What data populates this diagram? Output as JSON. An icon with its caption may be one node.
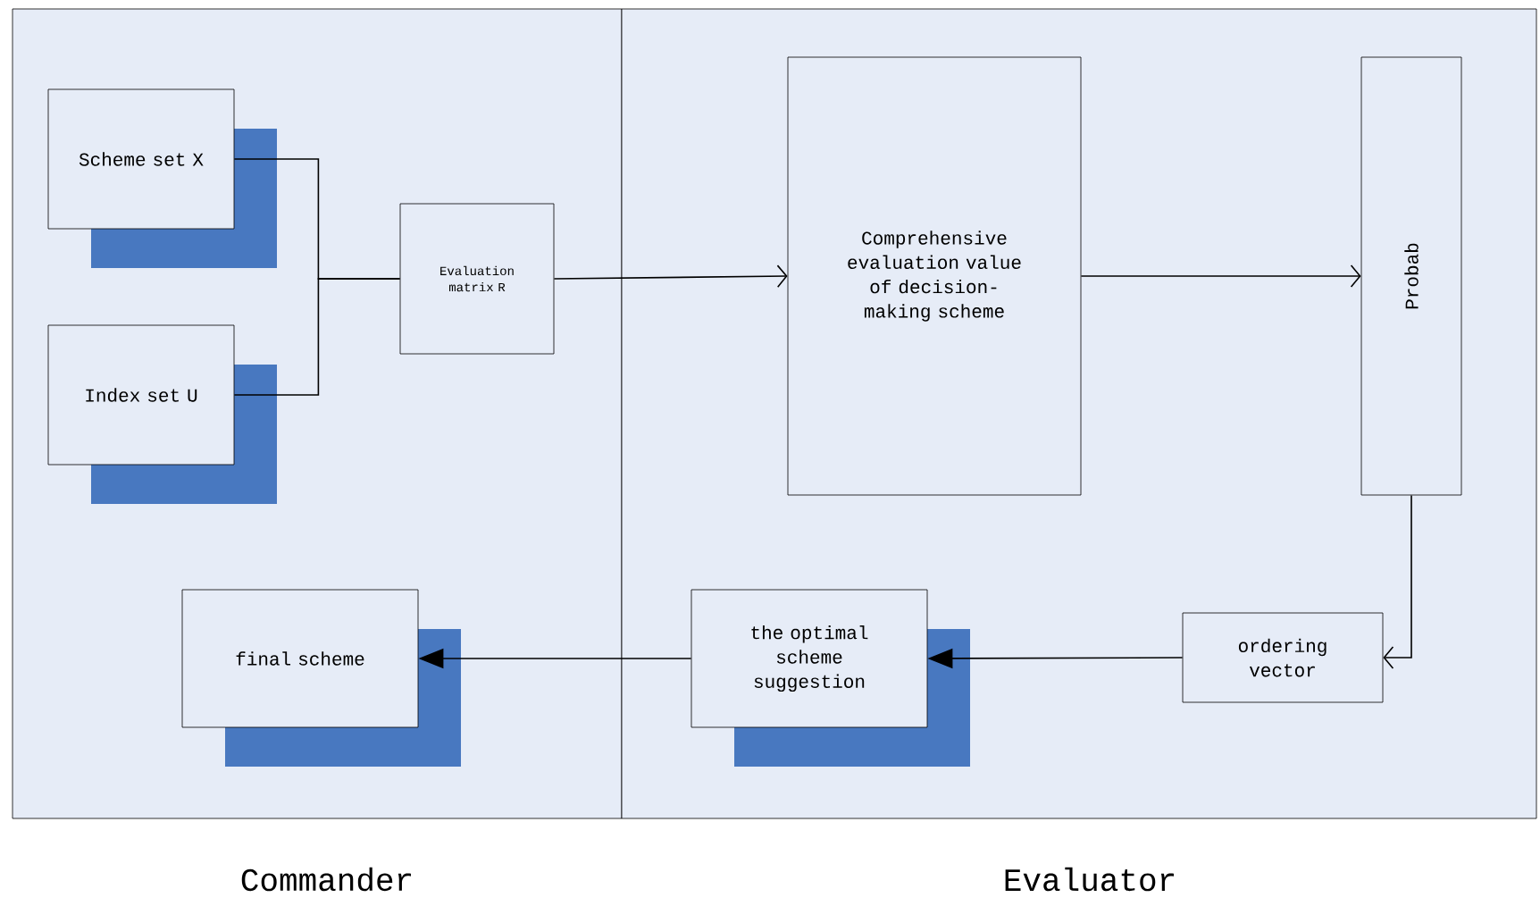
{
  "diagram": {
    "nodes": [
      {
        "text": [
          "Commander"
        ]
      },
      {
        "text": [
          "Evaluator"
        ]
      },
      {
        "text": [
          "Scheme set X"
        ],
        "in": 0
      },
      {
        "text": [
          "Index set U"
        ],
        "in": 0
      },
      {
        "text": [
          "Evaluation matrix R"
        ],
        "in": 0
      },
      {
        "text": [
          "Comprehensive evaluation value of decision-making scheme"
        ],
        "in": 1
      },
      {
        "text": [
          "Probab"
        ],
        "in": 1
      },
      {
        "text": [
          "ordering vector"
        ],
        "in": 1
      },
      {
        "text": [
          "the optimal scheme suggestion"
        ],
        "in": 1
      },
      {
        "text": [
          "final scheme"
        ],
        "in": 0
      }
    ],
    "edges": [
      {
        "from": 2,
        "to": 4,
        "arrow": "none"
      },
      {
        "from": 3,
        "to": 4,
        "arrow": "none"
      },
      {
        "from": 4,
        "to": 5,
        "arrow": "to"
      },
      {
        "from": 5,
        "to": 6,
        "arrow": "to"
      },
      {
        "from": 6,
        "to": 7,
        "arrow": "to"
      },
      {
        "from": 7,
        "to": 8,
        "arrow": "to"
      },
      {
        "from": 8,
        "to": 9,
        "arrow": "to"
      }
    ]
  }
}
